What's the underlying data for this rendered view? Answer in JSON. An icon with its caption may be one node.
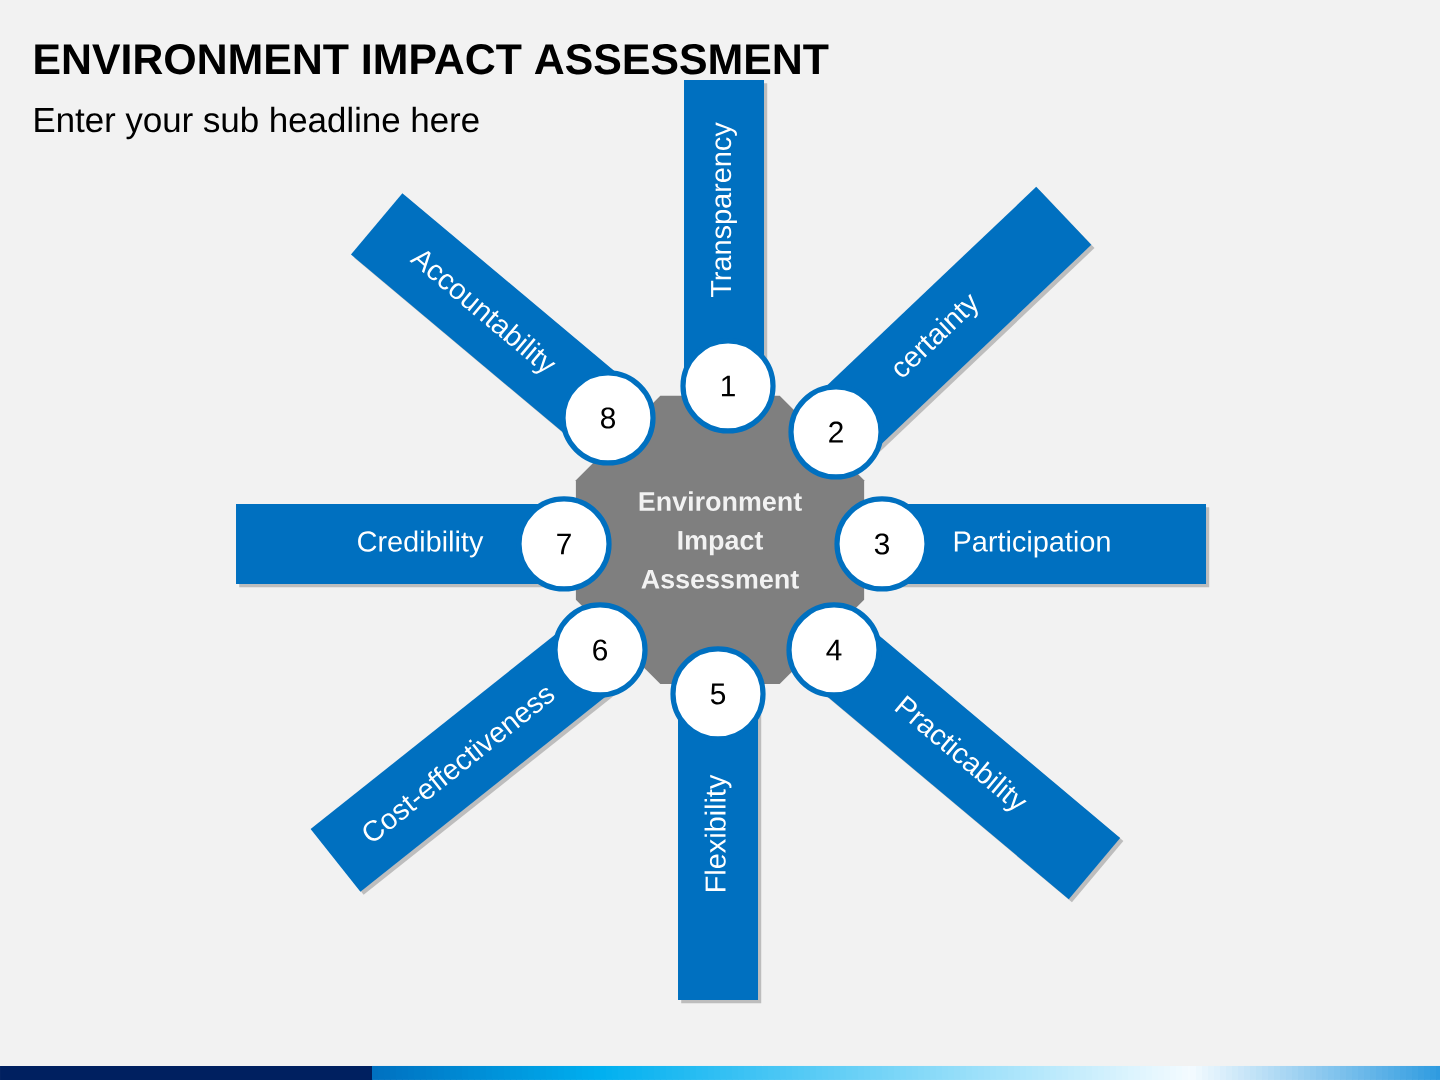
{
  "diagram": {
    "title": "ENVIRONMENT IMPACT ASSESSMENT",
    "nodes": [
      {
        "text": [
          "Environment Impact Assessment"
        ]
      },
      {
        "text": [
          "1"
        ]
      },
      {
        "text": [
          "2"
        ]
      },
      {
        "text": [
          "3"
        ]
      },
      {
        "text": [
          "4"
        ]
      },
      {
        "text": [
          "5"
        ]
      },
      {
        "text": [
          "6"
        ]
      },
      {
        "text": [
          "7"
        ]
      },
      {
        "text": [
          "8"
        ]
      },
      {
        "text": [
          "Transparency"
        ]
      },
      {
        "text": [
          "certainty"
        ]
      },
      {
        "text": [
          "Participation"
        ]
      },
      {
        "text": [
          "Practicability"
        ]
      },
      {
        "text": [
          "Flexibility"
        ]
      },
      {
        "text": [
          "Cost-effectiveness"
        ]
      },
      {
        "text": [
          "Credibility"
        ]
      },
      {
        "text": [
          "Accountability"
        ]
      }
    ],
    "labels": [
      "Enter your sub headline here"
    ]
  }
}
